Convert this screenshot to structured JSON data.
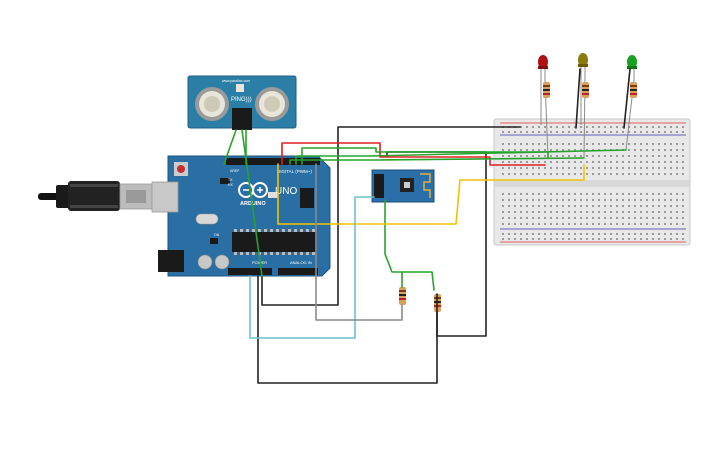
{
  "colors": {
    "board": "#2a6fa3",
    "board_dark": "#1d5480",
    "sensor": "#2b7fa6",
    "wifi": "#2b6fa8",
    "breadboard": "#e6e6e6",
    "wire_black": "#222222",
    "wire_red": "#e02020",
    "wire_green": "#27a32c",
    "wire_yellow": "#f2c200",
    "wire_cyan": "#6cc2cc",
    "wire_gray": "#8a8a8a",
    "led_red": "#b01010",
    "led_yellow": "#8a7a10",
    "led_green": "#18a020"
  },
  "arduino": {
    "logo_text": "ARDUINO",
    "model_text": "UNO",
    "digital_header": "DIGITAL (PWM~)",
    "power_header": "POWER",
    "analog_header": "ANALOG IN",
    "aref_label": "AREF",
    "tx_label": "TX",
    "rx_label": "RX",
    "on_label": "ON"
  },
  "sensor": {
    "label": "PING)))",
    "url": "www.parallax.com"
  },
  "leds": [
    {
      "color": "red"
    },
    {
      "color": "yellow"
    },
    {
      "color": "green"
    }
  ]
}
